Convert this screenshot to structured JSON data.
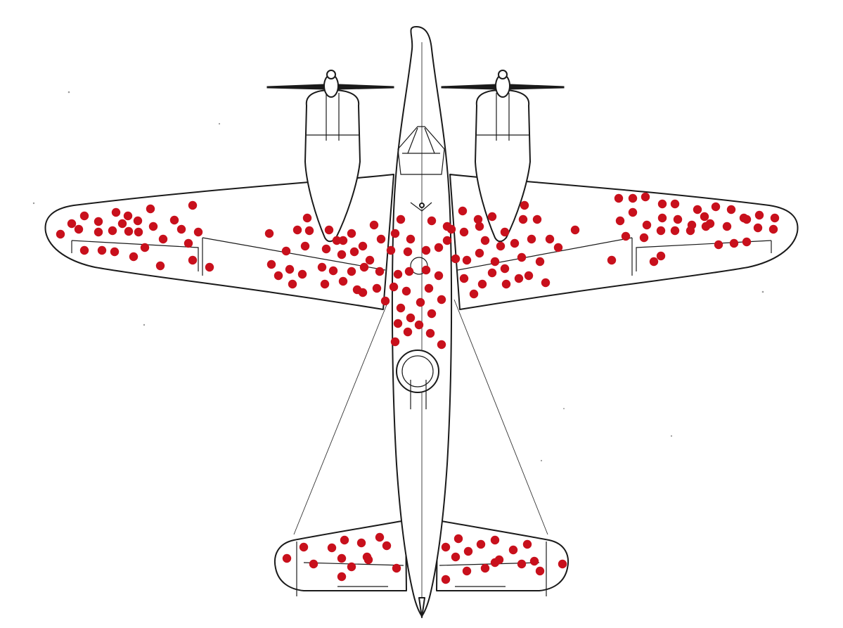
{
  "diagram": {
    "subject": "twin-engine-aircraft-top-view",
    "colors": {
      "background": "#ffffff",
      "outline": "#1a1a1a",
      "damage_dot": "#c8101c"
    },
    "damage_regions": [
      {
        "region": "left-wing-outer"
      },
      {
        "region": "left-wing-inner"
      },
      {
        "region": "center-wing-fuselage"
      },
      {
        "region": "right-wing-inner"
      },
      {
        "region": "right-wing-outer"
      },
      {
        "region": "left-tailplane"
      },
      {
        "region": "right-tailplane"
      }
    ],
    "undamaged_regions": [
      "nose",
      "cockpit",
      "left-engine",
      "right-engine",
      "rear-fuselage",
      "wing-tips"
    ]
  }
}
